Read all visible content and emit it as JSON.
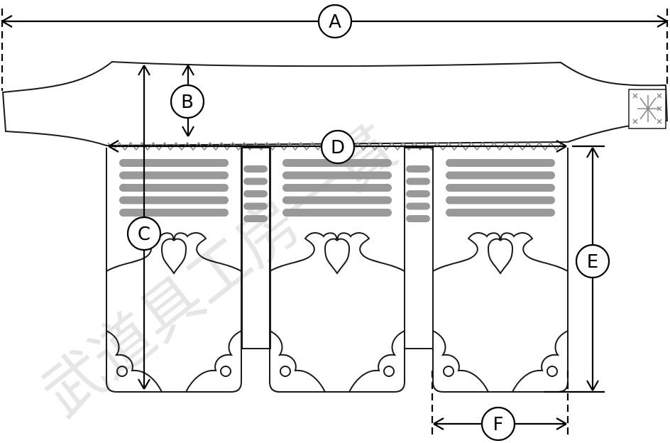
{
  "watermark": "武道具工房一貫",
  "dimensions": {
    "a": "A",
    "b": "B",
    "c": "C",
    "d": "D",
    "e": "E",
    "f": "F"
  },
  "colors": {
    "stroke": "#1a1a1a",
    "stripe": "#999999",
    "watermark": "#e6e6e6"
  }
}
